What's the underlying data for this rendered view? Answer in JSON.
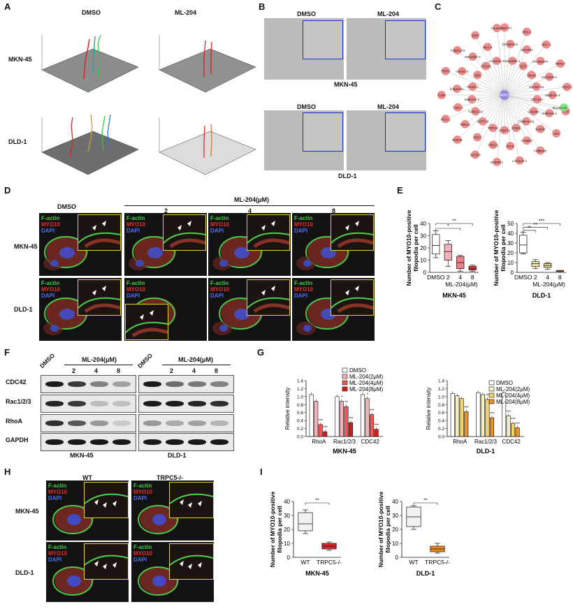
{
  "panels": {
    "A": {
      "letter": "A",
      "cols": [
        "DMSO",
        "ML-204"
      ],
      "rows": [
        "MKN-45",
        "DLD-1"
      ]
    },
    "B": {
      "letter": "B",
      "cols": [
        "DMSO",
        "ML-204"
      ],
      "groups": [
        "MKN-45",
        "DLD-1"
      ]
    },
    "C": {
      "letter": "C",
      "center": "TRPC5",
      "highlight": "Myosin-10",
      "nodes": [
        "Myosin-IIA",
        "βII-spectrin",
        "Neurabin-1",
        "SRA-1",
        "SNAP91",
        "EF3",
        "NKA-1",
        "αII-spectrin",
        "Dectin",
        "TRPC7",
        "Dynamin-1",
        "Myosin-Va",
        "TRPC3",
        "Stathmin-4",
        "SEC31A",
        "SRC",
        "Stathmin-2",
        "Gelsolin",
        "Vim",
        "β-actin",
        "Clathrin-H1",
        "Calbindin",
        "CANID1",
        "STIM1",
        "α-actinin-1",
        "Ezrin",
        "FKBP12",
        "NHERF1",
        "TRPC1",
        "TRPC4",
        "GIOOH",
        "PIP3",
        "SEPT10",
        "RNF24",
        "TRPC6",
        "TUBGCP2",
        "NCS-1",
        "Cav1.2",
        "Stathmin-1",
        "CaM",
        "β-spectrin",
        "Homer-1",
        "TRIP2",
        "Homer-3",
        "UBC",
        "TUBGCP3",
        "Neurabin-2",
        "SPG20",
        "D2R",
        "NKA-3",
        "α-actinin-4",
        "Ca-actin"
      ]
    },
    "D": {
      "letter": "D",
      "dmso": "DMSO",
      "treatment": "ML-204(μM)",
      "doses": [
        "2",
        "4",
        "8"
      ],
      "rows": [
        "MKN-45",
        "DLD-1"
      ],
      "stain_factin": "F-actin",
      "stain_myo10": "MYO10",
      "stain_dapi": "DAPI"
    },
    "E": {
      "letter": "E",
      "ylabel_line1": "Number of MYO10-positive",
      "ylabel_line2": "filopodia per cell",
      "xtitle": "ML-204(μM)",
      "xcats": [
        "DMSO",
        "2",
        "4",
        "8"
      ],
      "charts": [
        {
          "name": "MKN-45",
          "yticks": [
            "0",
            "10",
            "20",
            "30",
            "40"
          ],
          "sig": [
            "*",
            "**"
          ]
        },
        {
          "name": "DLD-1",
          "yticks": [
            "0",
            "10",
            "20",
            "30",
            "40",
            "50"
          ],
          "sig": [
            "**",
            "**",
            "***"
          ]
        }
      ]
    },
    "F": {
      "letter": "F",
      "treatment": "ML-204(μM)",
      "dmso": "DMSO",
      "doses": [
        "2",
        "4",
        "8"
      ],
      "proteins": [
        "CDC42",
        "Rac1/2/3",
        "RhoA",
        "GAPDH"
      ],
      "cells": [
        "MKN-45",
        "DLD-1"
      ]
    },
    "G": {
      "letter": "G",
      "ylabel": "Relative intensity",
      "legend": [
        "DMSO",
        "ML-204(2μM)",
        "ML-204(4μM)",
        "ML-204(8μM)"
      ],
      "groups": [
        "RhoA",
        "Rac1/2/3",
        "CDC42"
      ],
      "charts": [
        {
          "name": "MKN-45",
          "yticks": [
            "0.0",
            "0.2",
            "0.4",
            "0.6",
            "0.8",
            "1.0",
            "1.2",
            "1.4"
          ]
        },
        {
          "name": "DLD-1",
          "yticks": [
            "0.0",
            "0.2",
            "0.4",
            "0.6",
            "0.8",
            "1.0",
            "1.2",
            "1.4"
          ]
        }
      ]
    },
    "H": {
      "letter": "H",
      "cols": [
        "WT",
        "TRPC5-/-"
      ],
      "rows": [
        "MKN-45",
        "DLD-1"
      ]
    },
    "I": {
      "letter": "I",
      "ylabel_line1": "Number of MYO10-positive",
      "ylabel_line2": "filopodia per cell",
      "xcats": [
        "WT",
        "TRPC5-/-"
      ],
      "sig": "**",
      "charts": [
        {
          "name": "MKN-45",
          "yticks": [
            "0",
            "10",
            "20",
            "30",
            "40"
          ]
        },
        {
          "name": "DLD-1",
          "yticks": [
            "0",
            "10",
            "20",
            "30",
            "40"
          ]
        }
      ]
    }
  },
  "chart_data": [
    {
      "type": "box",
      "title": "MKN-45",
      "ylabel": "Number of MYO10-positive filopodia per cell",
      "xlabel": "ML-204(μM)",
      "categories": [
        "DMSO",
        "2",
        "4",
        "8"
      ],
      "ylim": [
        0,
        40
      ],
      "series": [
        {
          "min": [
            12,
            5,
            1,
            1
          ],
          "q1": [
            15,
            10,
            3,
            2
          ],
          "median": [
            22,
            17,
            8,
            3
          ],
          "q3": [
            31,
            23,
            13,
            5
          ],
          "max": [
            34,
            26,
            14,
            6
          ]
        }
      ]
    },
    {
      "type": "box",
      "title": "DLD-1",
      "ylabel": "Number of MYO10-positive filopodia per cell",
      "xlabel": "ML-204(μM)",
      "categories": [
        "DMSO",
        "2",
        "4",
        "8"
      ],
      "ylim": [
        0,
        50
      ],
      "series": [
        {
          "min": [
            19,
            4,
            3,
            0
          ],
          "q1": [
            20,
            6,
            5,
            1
          ],
          "median": [
            28,
            9,
            7,
            1
          ],
          "q3": [
            38,
            11,
            9,
            2
          ],
          "max": [
            41,
            13,
            10,
            2
          ]
        }
      ]
    },
    {
      "type": "bar",
      "title": "MKN-45",
      "ylabel": "Relative intensity",
      "ylim": [
        0,
        1.4
      ],
      "categories": [
        "RhoA",
        "Rac1/2/3",
        "CDC42"
      ],
      "series": [
        {
          "name": "DMSO",
          "values": [
            1.05,
            1.0,
            1.05
          ]
        },
        {
          "name": "ML-204(2μM)",
          "values": [
            0.88,
            0.88,
            0.95
          ]
        },
        {
          "name": "ML-204(4μM)",
          "values": [
            0.3,
            0.75,
            0.55
          ]
        },
        {
          "name": "ML-204(8μM)",
          "values": [
            0.12,
            0.35,
            0.18
          ]
        }
      ]
    },
    {
      "type": "bar",
      "title": "DLD-1",
      "ylabel": "Relative intensity",
      "ylim": [
        0,
        1.4
      ],
      "categories": [
        "RhoA",
        "Rac1/2/3",
        "CDC42"
      ],
      "series": [
        {
          "name": "DMSO",
          "values": [
            1.08,
            1.1,
            1.1
          ]
        },
        {
          "name": "ML-204(2μM)",
          "values": [
            1.02,
            1.05,
            0.52
          ]
        },
        {
          "name": "ML-204(4μM)",
          "values": [
            0.95,
            0.93,
            0.33
          ]
        },
        {
          "name": "ML-204(8μM)",
          "values": [
            0.62,
            0.47,
            0.22
          ]
        }
      ]
    },
    {
      "type": "box",
      "title": "MKN-45",
      "ylabel": "Number of MYO10-positive filopodia per cell",
      "categories": [
        "WT",
        "TRPC5-/-"
      ],
      "ylim": [
        0,
        40
      ],
      "series": [
        {
          "min": [
            17,
            5
          ],
          "q1": [
            19,
            6
          ],
          "median": [
            24,
            8
          ],
          "q3": [
            32,
            10
          ],
          "max": [
            34,
            11
          ]
        }
      ]
    },
    {
      "type": "box",
      "title": "DLD-1",
      "ylabel": "Number of MYO10-positive filopodia per cell",
      "categories": [
        "WT",
        "TRPC5-/-"
      ],
      "ylim": [
        0,
        40
      ],
      "series": [
        {
          "min": [
            20,
            3
          ],
          "q1": [
            22,
            4
          ],
          "median": [
            29,
            6
          ],
          "q3": [
            36,
            8
          ],
          "max": [
            37,
            10
          ]
        }
      ]
    }
  ]
}
